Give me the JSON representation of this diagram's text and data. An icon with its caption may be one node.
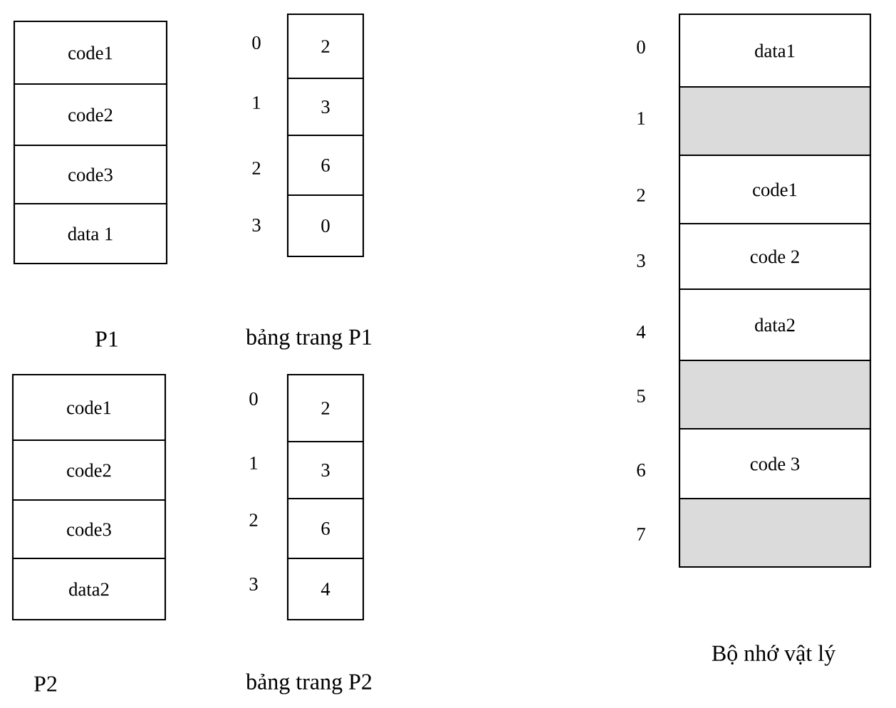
{
  "diagram": {
    "nodes": [
      {
        "text": [
          "code1"
        ]
      },
      {
        "text": [
          "code2"
        ]
      },
      {
        "text": [
          "code3"
        ]
      },
      {
        "text": [
          "data 1"
        ]
      },
      {
        "text": [
          "2"
        ]
      },
      {
        "text": [
          "3"
        ]
      },
      {
        "text": [
          "6"
        ]
      },
      {
        "text": [
          "0"
        ]
      },
      {
        "text": [
          "code1"
        ]
      },
      {
        "text": [
          "code2"
        ]
      },
      {
        "text": [
          "code3"
        ]
      },
      {
        "text": [
          "data2"
        ]
      },
      {
        "text": [
          "2"
        ]
      },
      {
        "text": [
          "3"
        ]
      },
      {
        "text": [
          "6"
        ]
      },
      {
        "text": [
          "4"
        ]
      },
      {
        "text": [
          "data1"
        ]
      },
      {
        "text": [],
        "shape": "box"
      },
      {
        "text": [
          "code1"
        ]
      },
      {
        "text": [
          "code 2"
        ]
      },
      {
        "text": [
          "data2"
        ]
      },
      {
        "text": [],
        "shape": "box"
      },
      {
        "text": [
          "code 3"
        ]
      },
      {
        "text": [],
        "shape": "box"
      }
    ],
    "labels": [
      "0",
      "1",
      "2",
      "3",
      "P1",
      "bảng trang P1",
      "0",
      "1",
      "2",
      "3",
      "P2",
      "bảng trang P2",
      "0",
      "1",
      "2",
      "3",
      "4",
      "5",
      "6",
      "7",
      "Bộ nhớ vật lý"
    ]
  }
}
